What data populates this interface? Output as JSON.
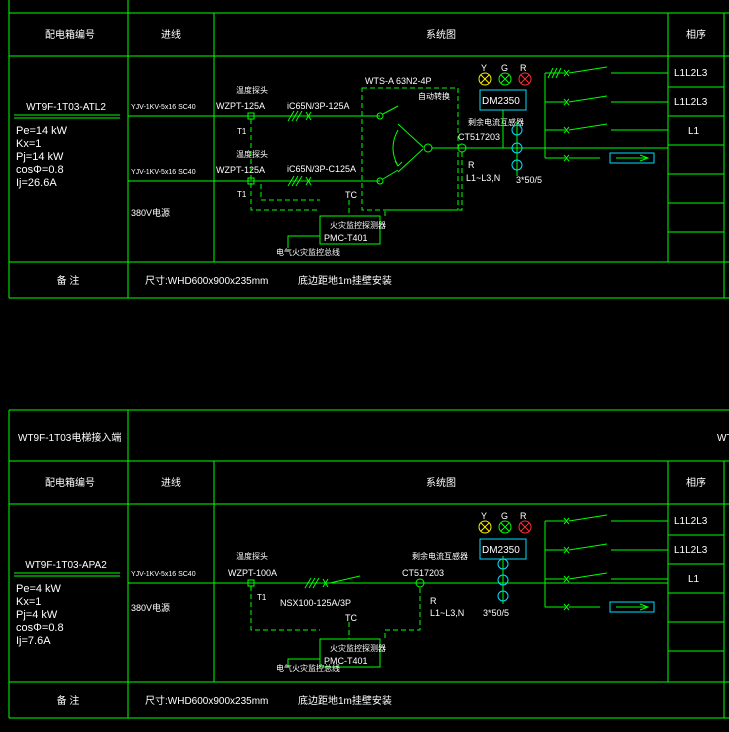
{
  "colors": {
    "line": "#00ff00",
    "text": "#ffffff",
    "meter": "#00e0ff",
    "lamp_yellow": "#ffee00",
    "lamp_red": "#ff3030"
  },
  "panel1": {
    "headers": {
      "box_no": "配电箱编号",
      "incoming": "进线",
      "system": "系统图",
      "phase": "相序"
    },
    "box_id": "WT9F-1T03-ATL2",
    "params": [
      "Pe=14 kW",
      "Kx=1",
      "Pj=14 kW",
      "cosΦ=0.8",
      "Ij=26.6A"
    ],
    "feeder1": "YJV-1KV-5x16 SC40",
    "feeder2": "YJV-1KV-5x16 SC40",
    "voltage": "380V电源",
    "temp_probe1": "温度探头",
    "wzpt1": "WZPT-125A",
    "temp_probe2": "温度探头",
    "wzpt2": "WZPT-125A",
    "t1a": "T1",
    "t1b": "T1",
    "breaker1": "iC65N/3P-125A",
    "breaker2": "iC65N/3P-C125A",
    "ats": "WTS-A 63N2-4P",
    "auto_switch": "自动转换",
    "meter": "DM2350",
    "ct_label": "剩余电流互感器",
    "ct": "CT517203",
    "r": "R",
    "phases_label": "L1~L3,N",
    "ct_ratio": "3*50/5",
    "tc": "TC",
    "monitor_label": "火灾监控探测器",
    "monitor": "PMC-T401",
    "fire_line": "电气火灾监控总线",
    "lamps": [
      "Y",
      "G",
      "R"
    ],
    "phase_rows": [
      "L1L2L3",
      "L1L2L3",
      "L1"
    ],
    "notes_label": "备 注",
    "size": "尺寸:WHD600x900x235mm",
    "install": "底边距地1m挂壁安装"
  },
  "panel2": {
    "title": "WT9F-1T03电梯接入端",
    "title_right": "WT",
    "headers": {
      "box_no": "配电箱编号",
      "incoming": "进线",
      "system": "系统图",
      "phase": "相序"
    },
    "box_id": "WT9F-1T03-APA2",
    "params": [
      "Pe=4 kW",
      "Kx=1",
      "Pj=4 kW",
      "cosΦ=0.8",
      "Ij=7.6A"
    ],
    "feeder": "YJV-1KV-5x16 SC40",
    "voltage": "380V电源",
    "temp_probe": "温度探头",
    "wzpt": "WZPT-100A",
    "t1": "T1",
    "breaker": "NSX100-125A/3P",
    "ct_label": "剩余电流互感器",
    "ct": "CT517203",
    "r": "R",
    "phases_label": "L1~L3,N",
    "ct_ratio": "3*50/5",
    "tc": "TC",
    "monitor_label": "火灾监控探测器",
    "monitor": "PMC-T401",
    "fire_line": "电气火灾监控总线",
    "meter": "DM2350",
    "lamps": [
      "Y",
      "G",
      "R"
    ],
    "phase_rows": [
      "L1L2L3",
      "L1L2L3",
      "L1"
    ],
    "notes_label": "备 注",
    "size": "尺寸:WHD600x900x235mm",
    "install": "底边距地1m挂壁安装"
  }
}
